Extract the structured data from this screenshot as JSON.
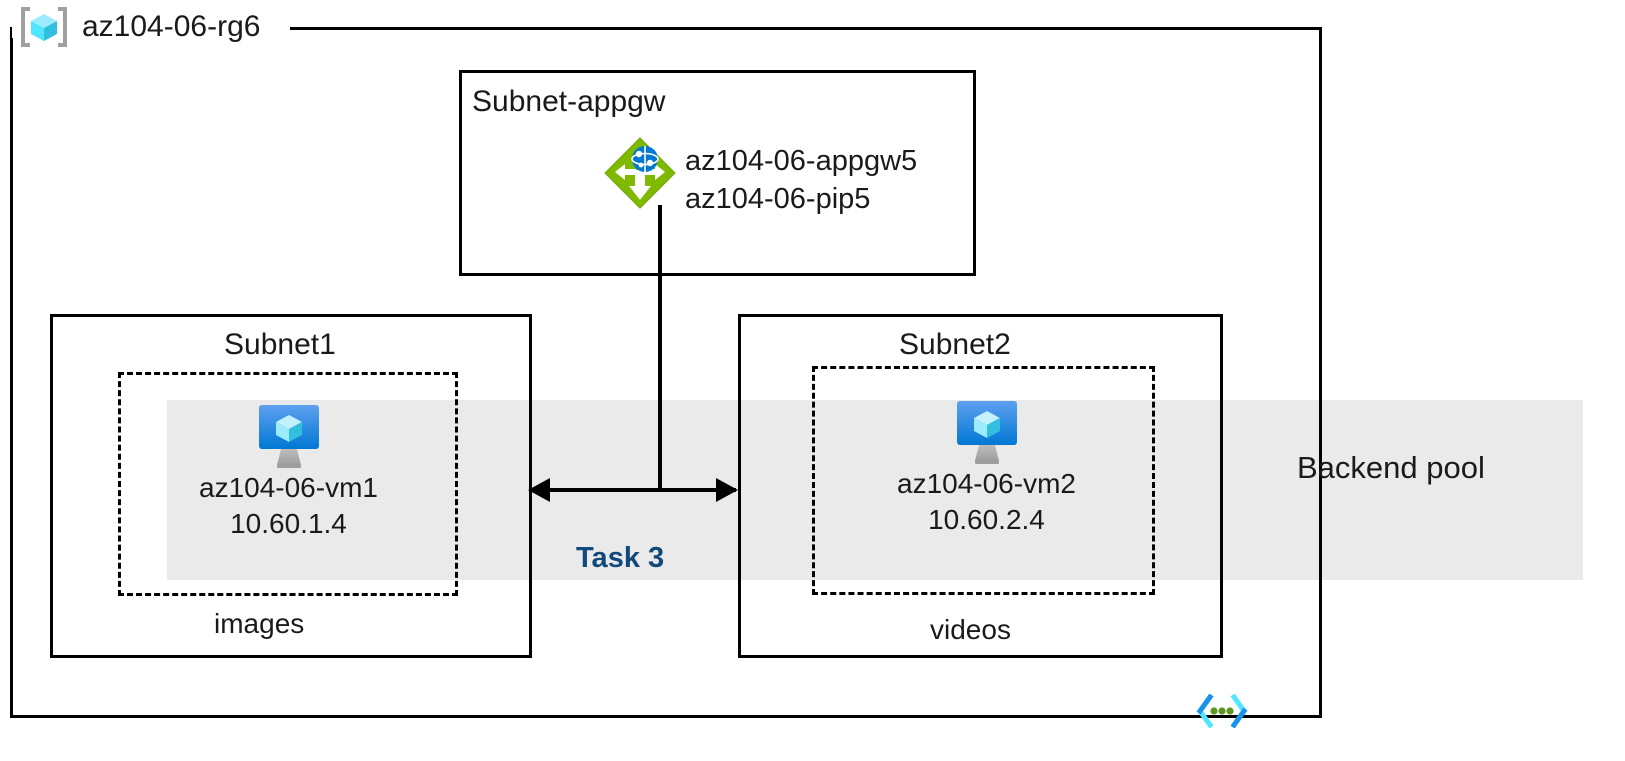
{
  "diagram": {
    "type": "azure-architecture",
    "resource_group": {
      "name": "az104-06-rg6",
      "icon": "resource-group-cube-icon",
      "icon_colors": {
        "cube": "#50E6FF",
        "cube_dark": "#32BEDD",
        "brackets": "#A0A0A0"
      }
    },
    "subnets": [
      {
        "id": "subnet-appgw",
        "title": "Subnet-appgw",
        "node": {
          "icon": "application-gateway-icon",
          "icon_colors": {
            "diamond": "#59B4D9",
            "diamond_green": "#7FBA00",
            "globe": "#0078D4",
            "arrows": "#FFFFFF"
          },
          "labels": [
            "az104-06-appgw5",
            "az104-06-pip5"
          ]
        }
      },
      {
        "id": "subnet1",
        "title": "Subnet1",
        "footer": "images",
        "vm": {
          "icon": "virtual-machine-icon",
          "name": "az104-06-vm1",
          "ip": "10.60.1.4"
        }
      },
      {
        "id": "subnet2",
        "title": "Subnet2",
        "footer": "videos",
        "vm": {
          "icon": "virtual-machine-icon",
          "name": "az104-06-vm2",
          "ip": "10.60.2.4"
        }
      }
    ],
    "backend_pool": {
      "label": "Backend pool",
      "band_color": "#EAEAEA"
    },
    "connector": {
      "task_label": "Task 3",
      "task_label_color": "#10497A",
      "style": "double-headed-arrow"
    },
    "vnet_icon": {
      "icon": "virtual-network-icon",
      "colors": {
        "bracket_light": "#50E6FF",
        "bracket_dark": "#0078D4",
        "dots": "#5E9624"
      }
    }
  }
}
